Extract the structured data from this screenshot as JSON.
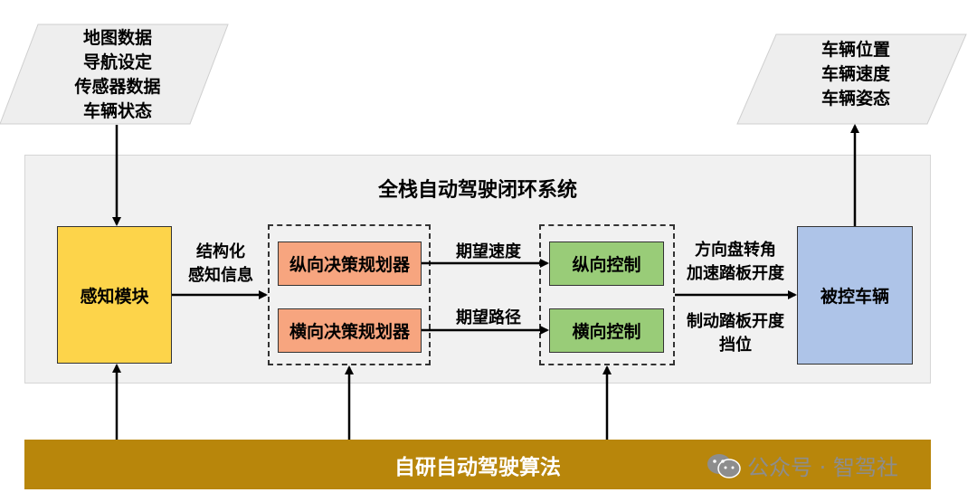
{
  "inputs": {
    "lines": [
      "地图数据",
      "导航设定",
      "传感器数据",
      "车辆状态"
    ]
  },
  "outputs": {
    "lines": [
      "车辆位置",
      "车辆速度",
      "车辆姿态"
    ]
  },
  "system": {
    "title": "全栈自动驾驶闭环系统"
  },
  "perception": {
    "label": "感知模块",
    "output_label_line1": "结构化",
    "output_label_line2": "感知信息"
  },
  "planners": {
    "longitudinal": "纵向决策规划器",
    "lateral": "横向决策规划器"
  },
  "links": {
    "desired_speed": "期望速度",
    "desired_path": "期望路径"
  },
  "controllers": {
    "longitudinal": "纵向控制",
    "lateral": "横向控制"
  },
  "commands": {
    "line1": "方向盘转角",
    "line2": "加速踏板开度",
    "line3": "制动踏板开度",
    "line4": "挡位"
  },
  "vehicle": {
    "label": "被控车辆"
  },
  "algorithm": {
    "label": "自研自动驾驶算法"
  },
  "watermark": {
    "text": "公众号 · 智驾社"
  },
  "colors": {
    "perception": "#fdd44a",
    "planner": "#f7a57f",
    "controller": "#99cc78",
    "vehicle": "#aec4e8",
    "algorithm": "#b8860b",
    "panel": "#f1f1f1"
  }
}
